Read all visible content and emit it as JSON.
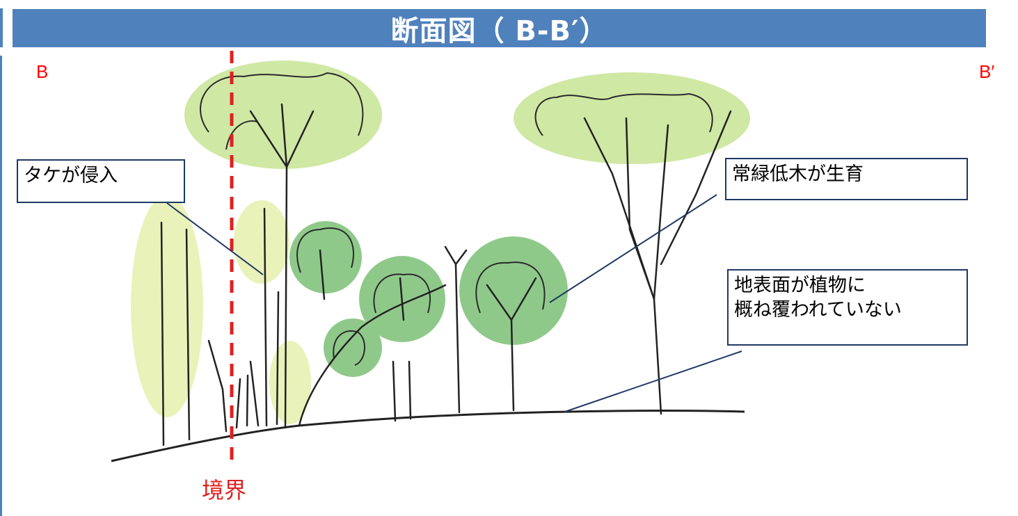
{
  "header": {
    "title": "断面図（ B-B′）"
  },
  "section_ends": {
    "left": "B",
    "right": "B′"
  },
  "boundary": {
    "label": "境界",
    "color": "#e02020"
  },
  "callouts": {
    "bamboo": "タケが侵入",
    "evergreen": "常緑低木が生育",
    "ground_line1": "地表面が植物に",
    "ground_line2": "概ね覆われていない"
  },
  "colors": {
    "header_bg": "#4f81bd",
    "canopy_light": "#cfe8a4",
    "canopy_yellow": "#e9f2b8",
    "evergreen_fill": "#8fc98a",
    "callout_border": "#1f3864"
  }
}
